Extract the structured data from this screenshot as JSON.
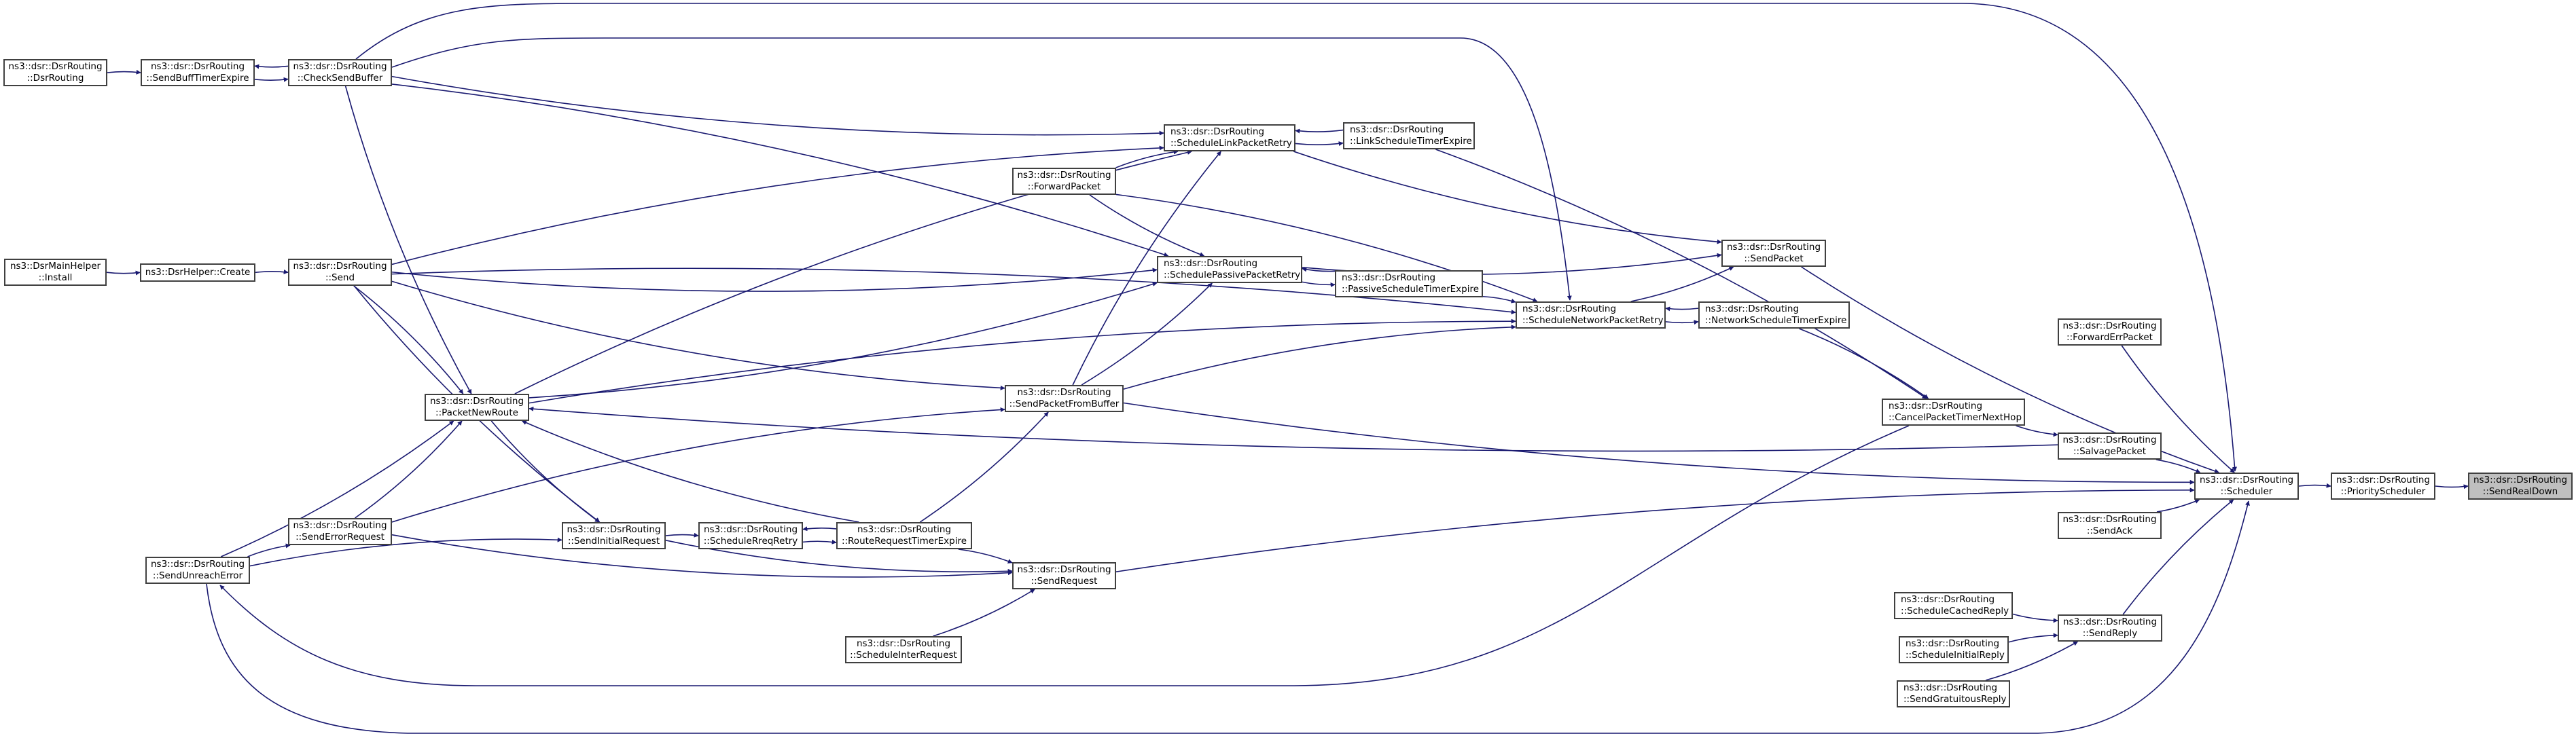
{
  "title": "ns3::dsr::DsrRouting::SendRealDown caller graph",
  "colors": {
    "edge": "#191970",
    "node_border": "#404040",
    "current_fill": "#bfbfbf"
  },
  "nodes": [
    {
      "id": "ctor",
      "l1": "ns3::dsr::DsrRouting",
      "l2": "::DsrRouting"
    },
    {
      "id": "sendBuffTimerExpire",
      "l1": "ns3::dsr::DsrRouting",
      "l2": "::SendBuffTimerExpire"
    },
    {
      "id": "checkSendBuffer",
      "l1": "ns3::dsr::DsrRouting",
      "l2": "::CheckSendBuffer"
    },
    {
      "id": "mainHelperInstall",
      "l1": "ns3::DsrMainHelper",
      "l2": "::Install"
    },
    {
      "id": "helperCreate",
      "l1": "ns3::DsrHelper::Create",
      "l2": ""
    },
    {
      "id": "send",
      "l1": "ns3::dsr::DsrRouting",
      "l2": "::Send"
    },
    {
      "id": "packetNewRoute",
      "l1": "ns3::dsr::DsrRouting",
      "l2": "::PacketNewRoute"
    },
    {
      "id": "sendErrorRequest",
      "l1": "ns3::dsr::DsrRouting",
      "l2": "::SendErrorRequest"
    },
    {
      "id": "sendUnreachError",
      "l1": "ns3::dsr::DsrRouting",
      "l2": "::SendUnreachError"
    },
    {
      "id": "sendInitialRequest",
      "l1": "ns3::dsr::DsrRouting",
      "l2": "::SendInitialRequest"
    },
    {
      "id": "scheduleRreqRetry",
      "l1": "ns3::dsr::DsrRouting",
      "l2": "::ScheduleRreqRetry"
    },
    {
      "id": "routeRequestTimerExpire",
      "l1": "ns3::dsr::DsrRouting",
      "l2": "::RouteRequestTimerExpire"
    },
    {
      "id": "sendRequest",
      "l1": "ns3::dsr::DsrRouting",
      "l2": "::SendRequest"
    },
    {
      "id": "scheduleInterRequest",
      "l1": "ns3::dsr::DsrRouting",
      "l2": "::ScheduleInterRequest"
    },
    {
      "id": "forwardPacket",
      "l1": "ns3::dsr::DsrRouting",
      "l2": "::ForwardPacket"
    },
    {
      "id": "scheduleLinkPacketRetry",
      "l1": "ns3::dsr::DsrRouting",
      "l2": "::ScheduleLinkPacketRetry"
    },
    {
      "id": "linkScheduleTimerExpire",
      "l1": "ns3::dsr::DsrRouting",
      "l2": "::LinkScheduleTimerExpire"
    },
    {
      "id": "schedulePassivePacketRetry",
      "l1": "ns3::dsr::DsrRouting",
      "l2": "::SchedulePassivePacketRetry"
    },
    {
      "id": "passiveScheduleTimerExpire",
      "l1": "ns3::dsr::DsrRouting",
      "l2": "::PassiveScheduleTimerExpire"
    },
    {
      "id": "sendPacketFromBuffer",
      "l1": "ns3::dsr::DsrRouting",
      "l2": "::SendPacketFromBuffer"
    },
    {
      "id": "scheduleNetworkPacketRetry",
      "l1": "ns3::dsr::DsrRouting",
      "l2": "::ScheduleNetworkPacketRetry"
    },
    {
      "id": "networkScheduleTimerExpire",
      "l1": "ns3::dsr::DsrRouting",
      "l2": "::NetworkScheduleTimerExpire"
    },
    {
      "id": "sendPacket",
      "l1": "ns3::dsr::DsrRouting",
      "l2": "::SendPacket"
    },
    {
      "id": "cancelPacketTimerNextHop",
      "l1": "ns3::dsr::DsrRouting",
      "l2": "::CancelPacketTimerNextHop"
    },
    {
      "id": "forwardErrPacket",
      "l1": "ns3::dsr::DsrRouting",
      "l2": "::ForwardErrPacket"
    },
    {
      "id": "salvagePacket",
      "l1": "ns3::dsr::DsrRouting",
      "l2": "::SalvagePacket"
    },
    {
      "id": "sendAck",
      "l1": "ns3::dsr::DsrRouting",
      "l2": "::SendAck"
    },
    {
      "id": "scheduleCachedReply",
      "l1": "ns3::dsr::DsrRouting",
      "l2": "::ScheduleCachedReply"
    },
    {
      "id": "scheduleInitialReply",
      "l1": "ns3::dsr::DsrRouting",
      "l2": "::ScheduleInitialReply"
    },
    {
      "id": "sendGratuitousReply",
      "l1": "ns3::dsr::DsrRouting",
      "l2": "::SendGratuitousReply"
    },
    {
      "id": "sendReply",
      "l1": "ns3::dsr::DsrRouting",
      "l2": "::SendReply"
    },
    {
      "id": "scheduler",
      "l1": "ns3::dsr::DsrRouting",
      "l2": "::Scheduler"
    },
    {
      "id": "priorityScheduler",
      "l1": "ns3::dsr::DsrRouting",
      "l2": "::PriorityScheduler"
    },
    {
      "id": "sendRealDown",
      "l1": "ns3::dsr::DsrRouting",
      "l2": "::SendRealDown",
      "current": true
    }
  ],
  "edges": [
    [
      "ctor",
      "sendBuffTimerExpire"
    ],
    [
      "sendBuffTimerExpire",
      "checkSendBuffer"
    ],
    [
      "checkSendBuffer",
      "sendBuffTimerExpire"
    ],
    [
      "mainHelperInstall",
      "helperCreate"
    ],
    [
      "helperCreate",
      "send"
    ],
    [
      "checkSendBuffer",
      "scheduler"
    ],
    [
      "checkSendBuffer",
      "scheduleNetworkPacketRetry"
    ],
    [
      "checkSendBuffer",
      "scheduleLinkPacketRetry"
    ],
    [
      "checkSendBuffer",
      "schedulePassivePacketRetry"
    ],
    [
      "checkSendBuffer",
      "packetNewRoute"
    ],
    [
      "send",
      "scheduleLinkPacketRetry"
    ],
    [
      "send",
      "schedulePassivePacketRetry"
    ],
    [
      "send",
      "scheduleNetworkPacketRetry"
    ],
    [
      "send",
      "sendPacketFromBuffer"
    ],
    [
      "send",
      "packetNewRoute"
    ],
    [
      "send",
      "sendInitialRequest"
    ],
    [
      "forwardPacket",
      "scheduleLinkPacketRetry"
    ],
    [
      "forwardPacket",
      "schedulePassivePacketRetry"
    ],
    [
      "forwardPacket",
      "scheduleNetworkPacketRetry"
    ],
    [
      "scheduleLinkPacketRetry",
      "linkScheduleTimerExpire"
    ],
    [
      "linkScheduleTimerExpire",
      "scheduleLinkPacketRetry"
    ],
    [
      "scheduleLinkPacketRetry",
      "sendPacket"
    ],
    [
      "linkScheduleTimerExpire",
      "cancelPacketTimerNextHop"
    ],
    [
      "schedulePassivePacketRetry",
      "passiveScheduleTimerExpire"
    ],
    [
      "passiveScheduleTimerExpire",
      "schedulePassivePacketRetry"
    ],
    [
      "schedulePassivePacketRetry",
      "sendPacket"
    ],
    [
      "passiveScheduleTimerExpire",
      "scheduleNetworkPacketRetry"
    ],
    [
      "scheduleNetworkPacketRetry",
      "networkScheduleTimerExpire"
    ],
    [
      "networkScheduleTimerExpire",
      "scheduleNetworkPacketRetry"
    ],
    [
      "scheduleNetworkPacketRetry",
      "sendPacket"
    ],
    [
      "networkScheduleTimerExpire",
      "cancelPacketTimerNextHop"
    ],
    [
      "sendPacket",
      "scheduler"
    ],
    [
      "packetNewRoute",
      "scheduleLinkPacketRetry"
    ],
    [
      "packetNewRoute",
      "schedulePassivePacketRetry"
    ],
    [
      "packetNewRoute",
      "scheduleNetworkPacketRetry"
    ],
    [
      "packetNewRoute",
      "sendInitialRequest"
    ],
    [
      "sendPacketFromBuffer",
      "scheduleLinkPacketRetry"
    ],
    [
      "sendPacketFromBuffer",
      "schedulePassivePacketRetry"
    ],
    [
      "sendPacketFromBuffer",
      "scheduleNetworkPacketRetry"
    ],
    [
      "sendPacketFromBuffer",
      "scheduler"
    ],
    [
      "salvagePacket",
      "packetNewRoute"
    ],
    [
      "cancelPacketTimerNextHop",
      "salvagePacket"
    ],
    [
      "cancelPacketTimerNextHop",
      "sendUnreachError"
    ],
    [
      "sendErrorRequest",
      "packetNewRoute"
    ],
    [
      "sendErrorRequest",
      "sendPacketFromBuffer"
    ],
    [
      "sendErrorRequest",
      "sendRequest"
    ],
    [
      "sendUnreachError",
      "sendErrorRequest"
    ],
    [
      "sendUnreachError",
      "packetNewRoute"
    ],
    [
      "sendUnreachError",
      "sendInitialRequest"
    ],
    [
      "sendUnreachError",
      "scheduler"
    ],
    [
      "sendInitialRequest",
      "scheduleRreqRetry"
    ],
    [
      "sendInitialRequest",
      "sendRequest"
    ],
    [
      "scheduleRreqRetry",
      "routeRequestTimerExpire"
    ],
    [
      "routeRequestTimerExpire",
      "scheduleRreqRetry"
    ],
    [
      "routeRequestTimerExpire",
      "packetNewRoute"
    ],
    [
      "routeRequestTimerExpire",
      "sendPacketFromBuffer"
    ],
    [
      "routeRequestTimerExpire",
      "sendRequest"
    ],
    [
      "scheduleInterRequest",
      "sendRequest"
    ],
    [
      "sendRequest",
      "scheduler"
    ],
    [
      "forwardErrPacket",
      "scheduler"
    ],
    [
      "salvagePacket",
      "scheduler"
    ],
    [
      "sendAck",
      "scheduler"
    ],
    [
      "sendReply",
      "scheduler"
    ],
    [
      "scheduleCachedReply",
      "sendReply"
    ],
    [
      "scheduleInitialReply",
      "sendReply"
    ],
    [
      "sendGratuitousReply",
      "sendReply"
    ],
    [
      "scheduler",
      "priorityScheduler"
    ],
    [
      "priorityScheduler",
      "sendRealDown"
    ]
  ]
}
